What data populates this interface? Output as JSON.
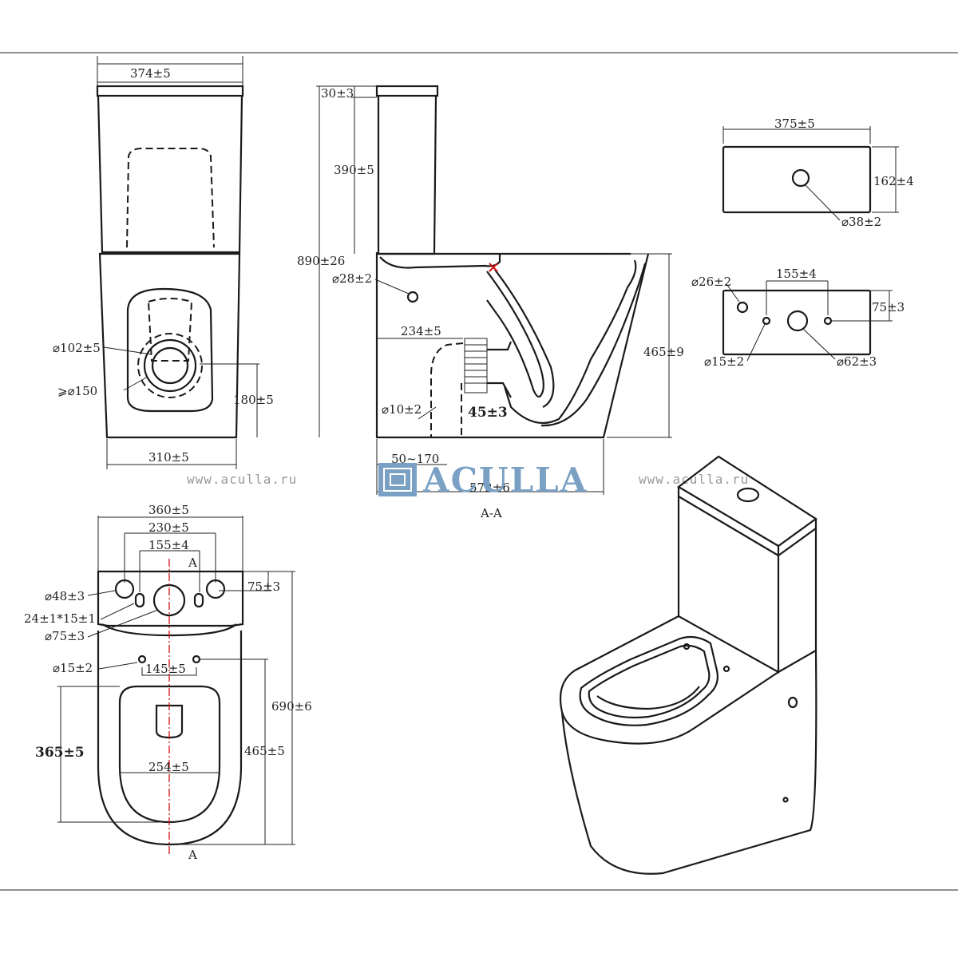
{
  "brand": {
    "name": "ACULLA",
    "color": "#7aa0c4"
  },
  "watermarks": {
    "left": "www.aculla.ru",
    "right": "www.aculla.ru"
  },
  "section_label": "A-A",
  "cut_mark": "A",
  "front_view": {
    "width_top": "374±5",
    "outlet_diameter": "⌀102±5",
    "clearance_diameter": "⩾⌀150",
    "outlet_height": "180±5",
    "width_bottom": "310±5"
  },
  "side_section": {
    "lid_thickness": "30±3",
    "tank_height": "390±5",
    "total_height": "890±26",
    "inlet_diameter": "⌀28±2",
    "outlet_distance": "234±5",
    "bolt_diameter": "⌀10±2",
    "outlet_tolerance": "45±3",
    "bowl_height": "465±9",
    "offset_range": "50~170",
    "depth": "572±6"
  },
  "tank_top": {
    "width": "375±5",
    "depth": "162±4",
    "button_diameter": "⌀38±2"
  },
  "tank_bottom": {
    "hole_left": "⌀26±2",
    "spacing": "155±4",
    "offset": "75±3",
    "small_hole": "⌀15±2",
    "center_hole": "⌀62±3"
  },
  "plan_view": {
    "overall_width": "360±5",
    "hole_spacing_outer": "230±5",
    "hole_spacing_inner": "155±4",
    "tank_offset": "75±3",
    "hole_large": "⌀48±3",
    "slot_size": "24±1*15±1",
    "center_hole": "⌀75±3",
    "seat_hole": "⌀15±2",
    "seat_hole_spacing": "145±5",
    "overall_length": "690±6",
    "bowl_length": "465±5",
    "seat_length": "365±5",
    "seat_width": "254±5"
  }
}
